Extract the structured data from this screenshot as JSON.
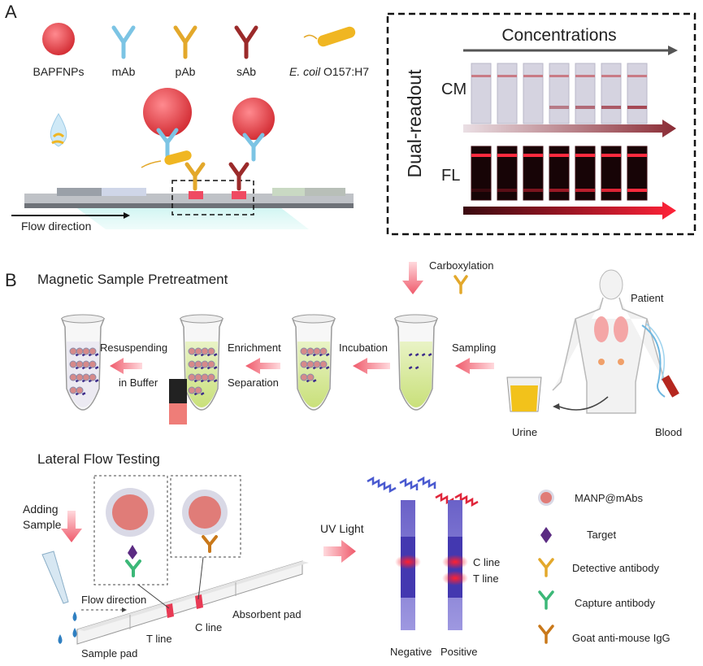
{
  "panelA": {
    "label": "A",
    "legend": {
      "bapfnps": "BAPFNPs",
      "mab": "mAb",
      "pab": "pAb",
      "sab": "sAb",
      "ecoli_italic": "E. coil",
      "ecoli_rest": " O157:H7"
    },
    "flow_direction": "Flow direction",
    "readout_box": {
      "concentrations": "Concentrations",
      "dual_readout": "Dual-readout",
      "cm": "CM",
      "fl": "FL"
    }
  },
  "panelB": {
    "label": "B",
    "magnetic_title": "Magnetic Sample Pretreatment",
    "carboxylation": "Carboxylation",
    "patient": "Patient",
    "urine": "Urine",
    "blood": "Blood",
    "steps": {
      "resuspending": "Resuspending",
      "in_buffer": "in Buffer",
      "enrichment": "Enrichment",
      "separation": "Separation",
      "incubation": "Incubation",
      "sampling": "Sampling"
    },
    "lateral_title": "Lateral Flow Testing",
    "adding_sample_1": "Adding",
    "adding_sample_2": "Sample",
    "flow_direction": "Flow direction",
    "t_line": "T line",
    "c_line": "C line",
    "sample_pad": "Sample pad",
    "absorbent_pad": "Absorbent pad",
    "uv_light": "UV Light",
    "strip_c_line": "C line",
    "strip_t_line": "T line",
    "negative": "Negative",
    "positive": "Positive",
    "legend": {
      "manp": "MANP@mAbs",
      "target": "Target",
      "detective": "Detective antibody",
      "capture": "Capture antibody",
      "goat": "Goat anti-mouse IgG"
    }
  },
  "colors": {
    "nanoparticle_red": "#e5484d",
    "mab_blue": "#7cc4e4",
    "pab_gold": "#e3a82b",
    "sab_darkred": "#9b2a2a",
    "arrow_pink": "#f06a7a",
    "capture_green": "#3cb878",
    "target_purple": "#5b2b82"
  }
}
